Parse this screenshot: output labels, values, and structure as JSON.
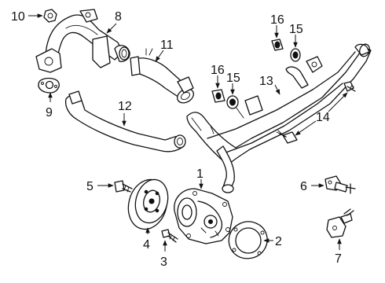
{
  "callouts": {
    "c1": "1",
    "c2": "2",
    "c3": "3",
    "c4": "4",
    "c5": "5",
    "c6": "6",
    "c7": "7",
    "c8": "8",
    "c9": "9",
    "c10": "10",
    "c11": "11",
    "c12": "12",
    "c13": "13",
    "c14": "14",
    "c15a": "15",
    "c15b": "15",
    "c16a": "16",
    "c16b": "16"
  },
  "colors": {
    "line": "#111111",
    "background": "#ffffff"
  }
}
